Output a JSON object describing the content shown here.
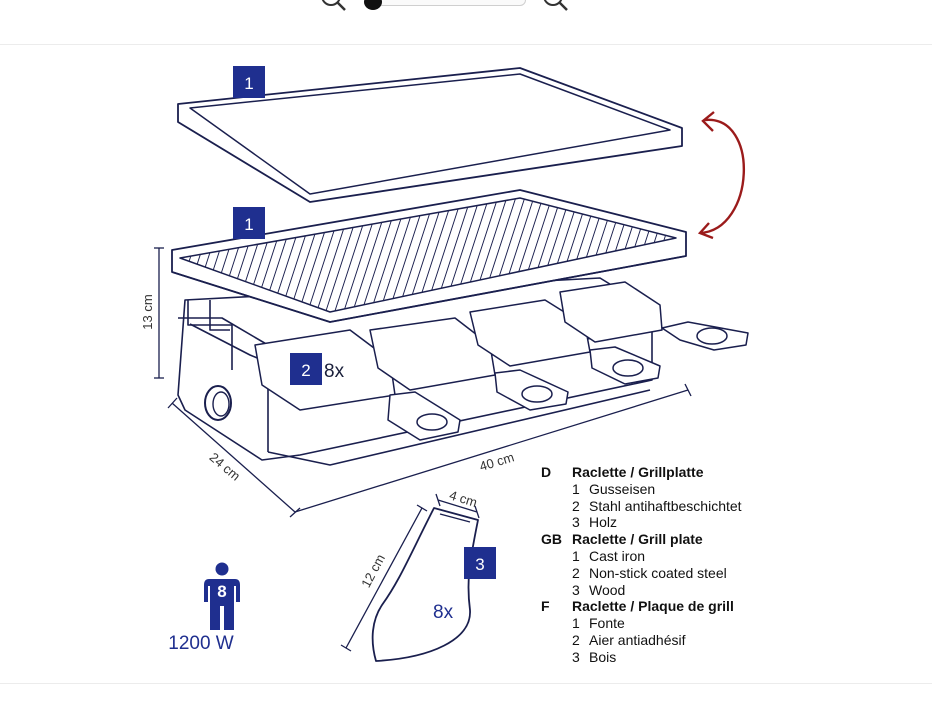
{
  "viewer": {
    "zoom_out_icon": "zoom-out-icon",
    "zoom_in_icon": "zoom-in-icon",
    "zoom_level": 0.0
  },
  "badges": {
    "plate_top": "1",
    "plate_grill": "1",
    "pan_tray": "2",
    "spatula": "3"
  },
  "labels": {
    "pan_count": "8x",
    "spatula_count": "8x",
    "height_dim": "13 cm",
    "depth_dim": "24 cm",
    "width_dim": "40 cm",
    "spatula_width": "4 cm",
    "spatula_length": "12 cm",
    "persons": "8",
    "power": "1200 W"
  },
  "colors": {
    "badge": "#1f2f8f",
    "rotate_arrow": "#9b1b1b",
    "line": "#1a1f4e",
    "person": "#1f2f8f"
  },
  "legend": [
    {
      "code": "D",
      "title": "Raclette / Grillplatte",
      "items": [
        {
          "n": "1",
          "text": "Gusseisen"
        },
        {
          "n": "2",
          "text": "Stahl antihaftbeschichtet"
        },
        {
          "n": "3",
          "text": "Holz"
        }
      ]
    },
    {
      "code": "GB",
      "title": "Raclette / Grill plate",
      "items": [
        {
          "n": "1",
          "text": "Cast iron"
        },
        {
          "n": "2",
          "text": "Non-stick coated steel"
        },
        {
          "n": "3",
          "text": "Wood"
        }
      ]
    },
    {
      "code": "F",
      "title": "Raclette / Plaque de grill",
      "items": [
        {
          "n": "1",
          "text": "Fonte"
        },
        {
          "n": "2",
          "text": "Aier antiadhésif"
        },
        {
          "n": "3",
          "text": "Bois"
        }
      ]
    }
  ]
}
